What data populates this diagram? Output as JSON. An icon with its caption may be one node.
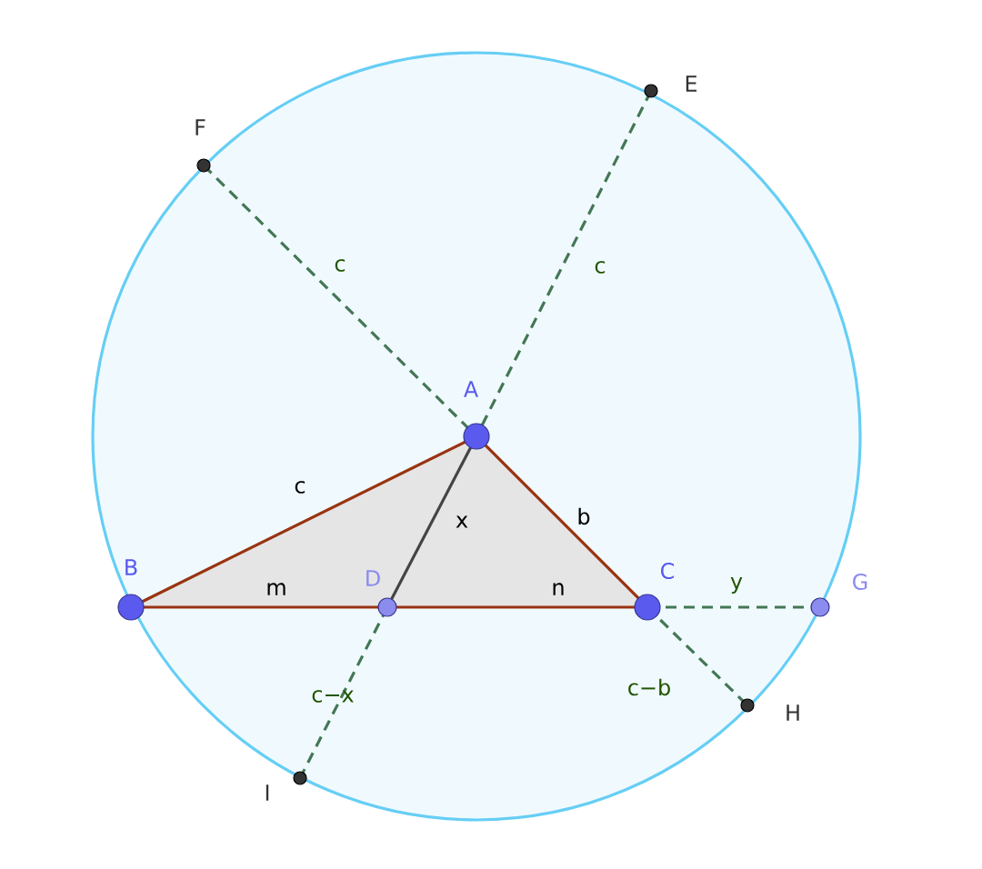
{
  "diagram": {
    "nodes": [
      {
        "text": [
          "E"
        ]
      },
      {
        "text": [
          "F"
        ]
      },
      {
        "text": [
          "A"
        ]
      },
      {
        "text": [
          "B"
        ]
      },
      {
        "text": [
          "D"
        ]
      },
      {
        "text": [
          "C"
        ]
      },
      {
        "text": [
          "G"
        ]
      },
      {
        "text": [
          "H"
        ]
      },
      {
        "text": [
          "I"
        ]
      }
    ],
    "edges": [
      {
        "from": 3,
        "to": 2,
        "arrow": "none",
        "label": "c",
        "color": "#993311"
      },
      {
        "from": 2,
        "to": 5,
        "arrow": "none",
        "label": "b",
        "color": "#993311"
      },
      {
        "from": 3,
        "to": 4,
        "arrow": "none",
        "label": "m",
        "color": "#993311"
      },
      {
        "from": 4,
        "to": 5,
        "arrow": "none",
        "label": "n",
        "color": "#993311"
      },
      {
        "from": 2,
        "to": 4,
        "arrow": "none",
        "label": "x",
        "color": "#444444"
      },
      {
        "from": 1,
        "to": 2,
        "arrow": "none",
        "label": "c",
        "style": "dashed"
      },
      {
        "from": 0,
        "to": 2,
        "arrow": "none",
        "label": "c",
        "style": "dashed"
      },
      {
        "from": 5,
        "to": 6,
        "arrow": "none",
        "label": "y",
        "style": "dashed"
      },
      {
        "from": 5,
        "to": 7,
        "arrow": "none",
        "label": "c−b",
        "style": "dashed"
      },
      {
        "from": 4,
        "to": 8,
        "arrow": "none",
        "label": "c−x",
        "style": "dashed"
      }
    ]
  }
}
